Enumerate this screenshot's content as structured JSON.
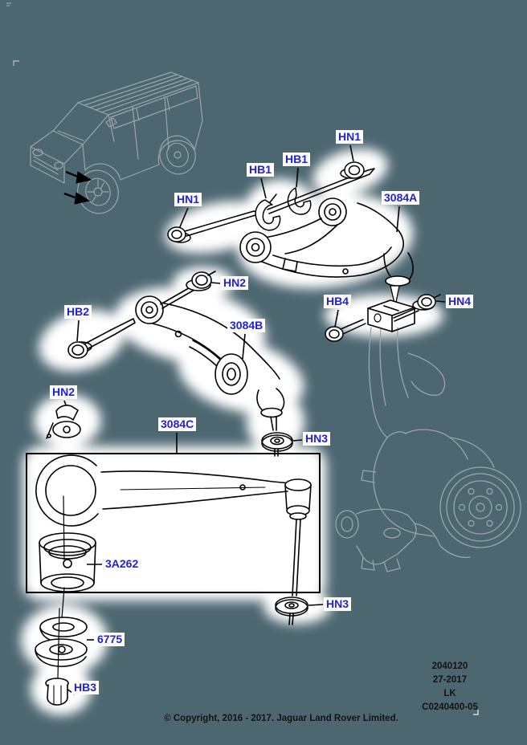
{
  "colors": {
    "background": "#4d6771",
    "callout_text": "#2020dd",
    "callout_box": "#ffffff",
    "main_lines": "#000000",
    "context_lines": "#9aa5aa",
    "meta_text": "#131313"
  },
  "callouts": [
    {
      "text": "HN1"
    },
    {
      "text": "HB1"
    },
    {
      "text": "HB1"
    },
    {
      "text": "HN1"
    },
    {
      "text": "3084A"
    },
    {
      "text": "HN2"
    },
    {
      "text": "HB4"
    },
    {
      "text": "HN4"
    },
    {
      "text": "HB2"
    },
    {
      "text": "3084B"
    },
    {
      "text": "HN2"
    },
    {
      "text": "3084C"
    },
    {
      "text": "HN3"
    },
    {
      "text": "3A262"
    },
    {
      "text": "HN3"
    },
    {
      "text": "6775"
    },
    {
      "text": "HB3"
    }
  ],
  "plate": {
    "lines": [
      "2040120",
      "27-2017",
      "LK",
      "C0240400-05"
    ]
  },
  "footer": {
    "copyright": "© Copyright, 2016 - 2017. Jaguar Land Rover Limited."
  }
}
